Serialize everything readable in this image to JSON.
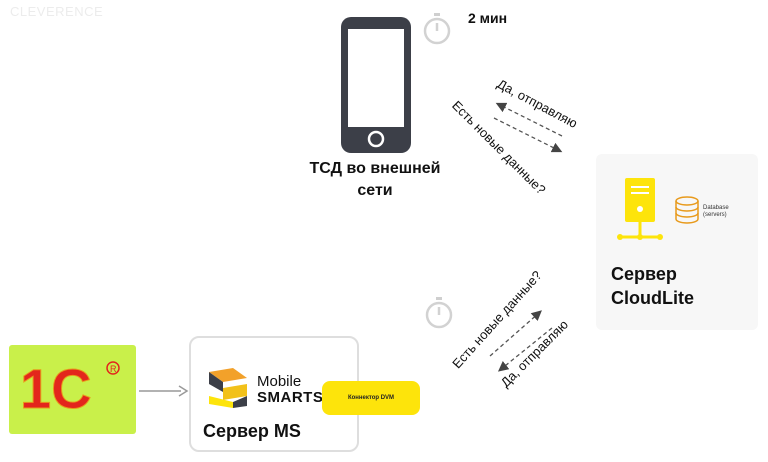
{
  "watermark": "CLEVERENCE",
  "timer": {
    "label": "2 мин"
  },
  "tsd": {
    "caption_line1": "ТСД во внешней",
    "caption_line2": "сети"
  },
  "top_exchange": {
    "reply": "Да, отправляю",
    "query": "Есть новые данные?"
  },
  "bottom_exchange": {
    "query": "Есть новые данные?",
    "reply": "Да, отправляю"
  },
  "cloud": {
    "caption_line1": "Сервер",
    "caption_line2": "CloudLite",
    "db_label_line1": "Database",
    "db_label_line2": "(servers)"
  },
  "onec": {
    "logo_text": "1С"
  },
  "ms_server": {
    "brand_line1": "Mobile",
    "brand_line2": "SMARTS",
    "connector_label": "Коннектор DVM",
    "caption": "Сервер MS"
  },
  "colors": {
    "yellow": "#fde40b",
    "orange": "#e89a1c",
    "phone": "#3c3f48",
    "onec_bg": "#c9f04a",
    "onec_red": "#e3261c"
  }
}
